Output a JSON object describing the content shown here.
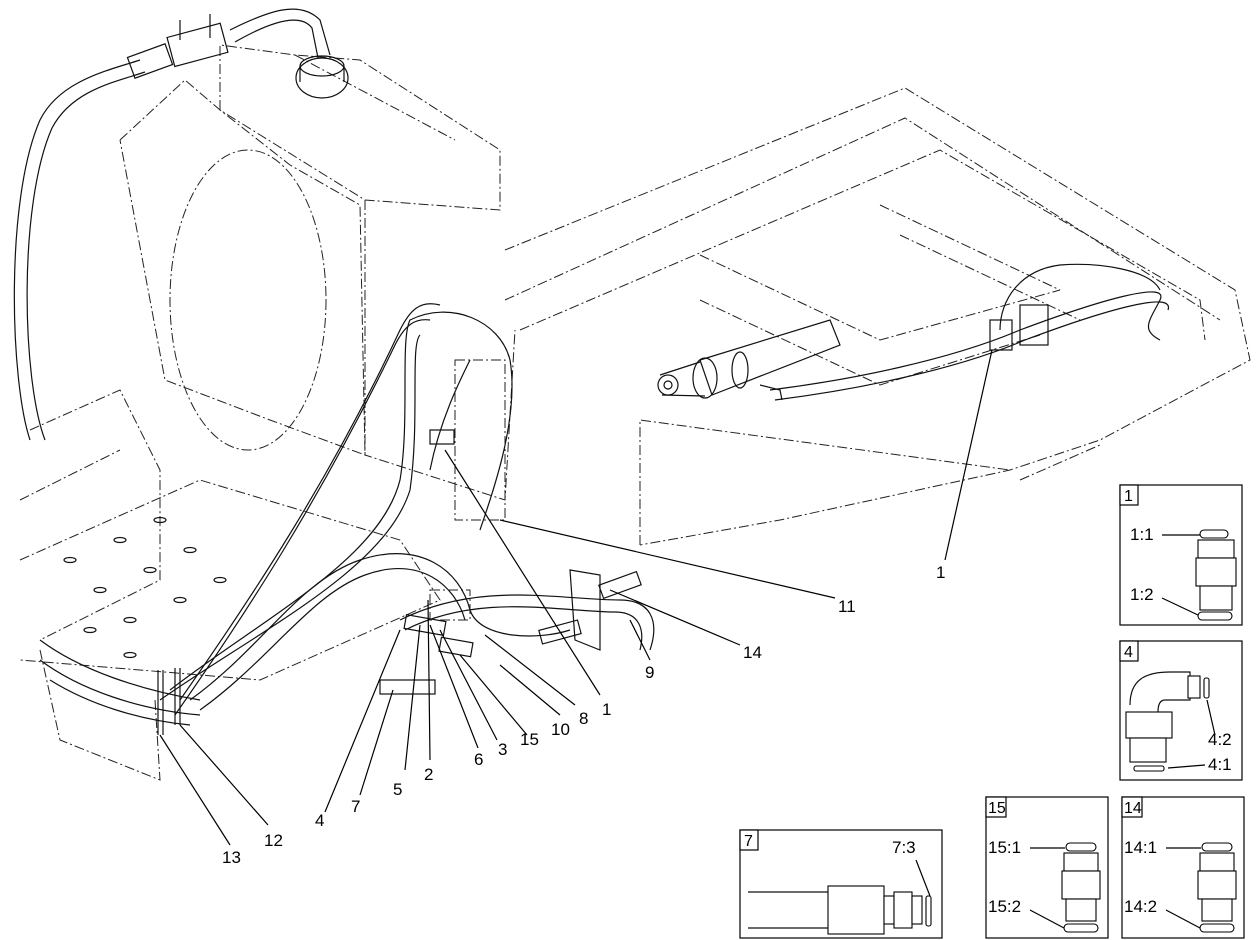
{
  "callouts": {
    "c1_right": "1",
    "c1_left": "1",
    "c2": "2",
    "c3": "3",
    "c4": "4",
    "c5": "5",
    "c6": "6",
    "c7": "7",
    "c8": "8",
    "c9": "9",
    "c10": "10",
    "c11": "11",
    "c12": "12",
    "c13": "13",
    "c14": "14",
    "c15": "15"
  },
  "detail_boxes": {
    "box1": {
      "number": "1",
      "label_a": "1:1",
      "label_b": "1:2"
    },
    "box4": {
      "number": "4",
      "label_a": "4:2",
      "label_b": "4:1"
    },
    "box7": {
      "number": "7",
      "label_a": "7:3"
    },
    "box15": {
      "number": "15",
      "label_a": "15:1",
      "label_b": "15:2"
    },
    "box14": {
      "number": "14",
      "label_a": "14:1",
      "label_b": "14:2"
    }
  }
}
